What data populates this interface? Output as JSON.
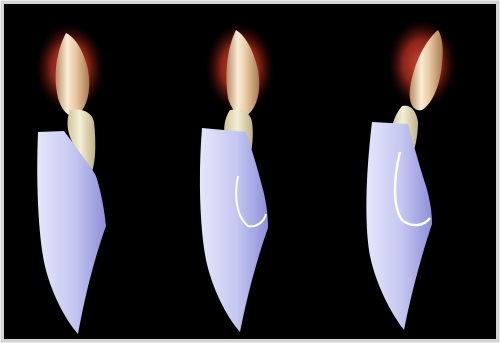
{
  "figure": {
    "background_color": "#000000",
    "border_color": "#d4d4d4",
    "panel_count": 3,
    "colors": {
      "glow": "#d23a28",
      "tooth_crown": "#e8c9a0",
      "tooth_highlight": "#f9ecd6",
      "tooth_root": "#ede6c4",
      "tooth_shade": "#b88a62",
      "veneer_light": "#e6e6fb",
      "veneer_mid": "#c3c6f0",
      "veneer_dark": "#8c8fd8",
      "preparation_line": "#ffffff"
    },
    "panels": [
      {
        "name": "panel-1",
        "preparation_outline": "none"
      },
      {
        "name": "panel-2",
        "preparation_outline": "shallow"
      },
      {
        "name": "panel-3",
        "preparation_outline": "deep"
      }
    ]
  }
}
